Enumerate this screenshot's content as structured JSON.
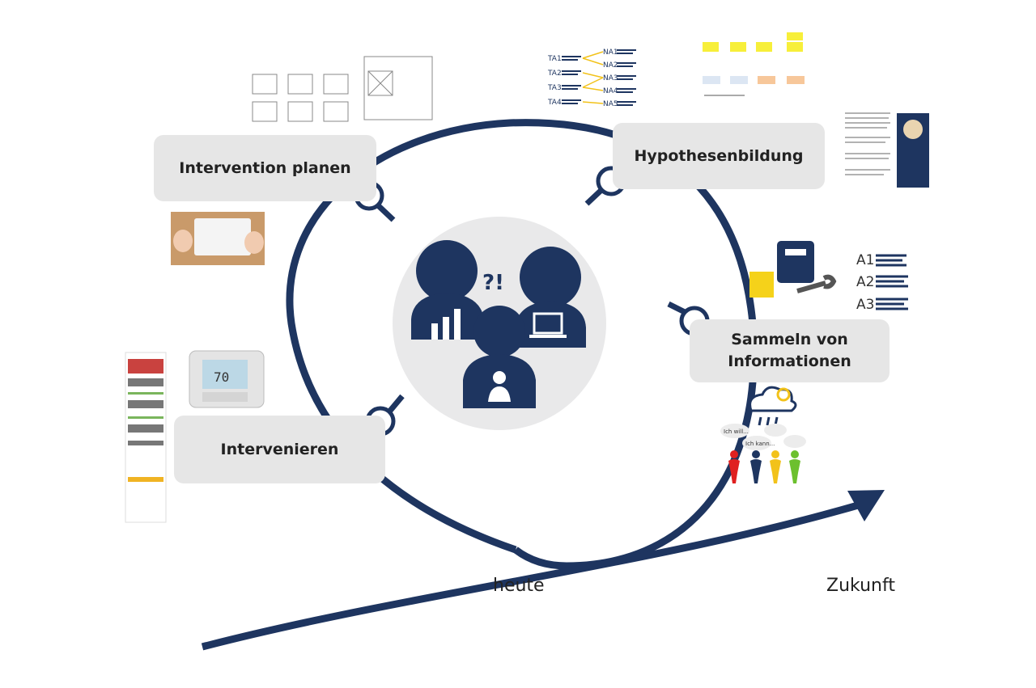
{
  "steps": {
    "plan": "Intervention planen",
    "hypo": "Hypothesenbildung",
    "collect_line1": "Sammeln von",
    "collect_line2": "Informationen",
    "intervene": "Intervenieren"
  },
  "timeline": {
    "today": "heute",
    "future": "Zukunft"
  },
  "center": {
    "glyphs": "?!"
  },
  "thermostat": {
    "reading": "70"
  },
  "ta_na": {
    "left": [
      "TA1",
      "TA2",
      "TA3",
      "TA4"
    ],
    "right": [
      "NA1",
      "NA2",
      "NA3",
      "NA4",
      "NA5"
    ]
  },
  "answers": [
    "A1",
    "A2",
    "A3"
  ],
  "bubbles": [
    "Ich will...",
    "Ich kann..."
  ],
  "figure_colors": [
    "#e02020",
    "#1e3560",
    "#f2c21a",
    "#6cc02e"
  ],
  "colors": {
    "navy": "#1e3560",
    "box": "#e6e6e6",
    "circle": "#e9e9ea"
  }
}
